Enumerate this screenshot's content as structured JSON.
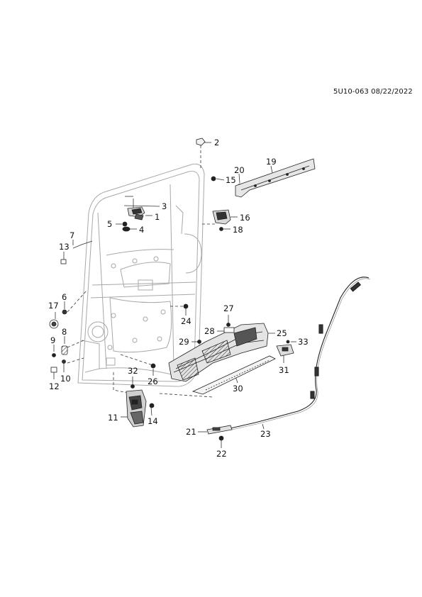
{
  "document_id": "5U10-063 08/22/2022",
  "colors": {
    "line": "#3a3a3a",
    "light_line": "#9a9a9a",
    "part_fill": "#efefef",
    "dark_part": "#2b2b2b"
  },
  "callouts": [
    {
      "id": "c1",
      "label": "1"
    },
    {
      "id": "c2",
      "label": "2"
    },
    {
      "id": "c3",
      "label": "3"
    },
    {
      "id": "c4",
      "label": "4"
    },
    {
      "id": "c5",
      "label": "5"
    },
    {
      "id": "c6",
      "label": "6"
    },
    {
      "id": "c7",
      "label": "7"
    },
    {
      "id": "c8",
      "label": "8"
    },
    {
      "id": "c9",
      "label": "9"
    },
    {
      "id": "c10",
      "label": "10"
    },
    {
      "id": "c11",
      "label": "11"
    },
    {
      "id": "c12",
      "label": "12"
    },
    {
      "id": "c13",
      "label": "13"
    },
    {
      "id": "c14",
      "label": "14"
    },
    {
      "id": "c15",
      "label": "15"
    },
    {
      "id": "c16",
      "label": "16"
    },
    {
      "id": "c17",
      "label": "17"
    },
    {
      "id": "c18",
      "label": "18"
    },
    {
      "id": "c19",
      "label": "19"
    },
    {
      "id": "c20",
      "label": "20"
    },
    {
      "id": "c21",
      "label": "21"
    },
    {
      "id": "c22",
      "label": "22"
    },
    {
      "id": "c23",
      "label": "23"
    },
    {
      "id": "c24",
      "label": "24"
    },
    {
      "id": "c25",
      "label": "25"
    },
    {
      "id": "c26",
      "label": "26"
    },
    {
      "id": "c27",
      "label": "27"
    },
    {
      "id": "c28",
      "label": "28"
    },
    {
      "id": "c29",
      "label": "29"
    },
    {
      "id": "c30",
      "label": "30"
    },
    {
      "id": "c31",
      "label": "31"
    },
    {
      "id": "c32",
      "label": "32"
    },
    {
      "id": "c33",
      "label": "33"
    }
  ]
}
